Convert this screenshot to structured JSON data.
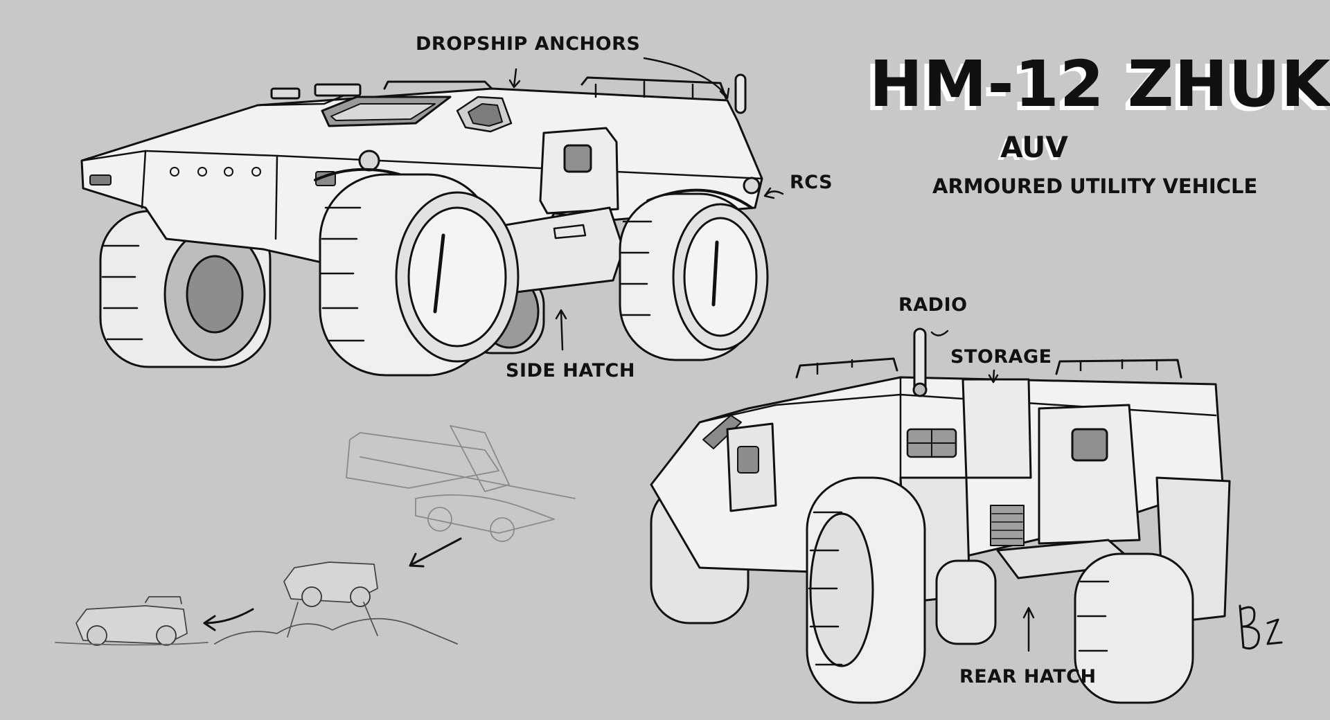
{
  "title": {
    "name": "HM-12 ZHUK",
    "class": "AUV",
    "description": "ARMOURED UTILITY VEHICLE"
  },
  "callouts": {
    "dropship_anchors": "DROPSHIP ANCHORS",
    "rcs": "RCS",
    "side_hatch": "SIDE HATCH",
    "radio": "RADIO",
    "storage": "STORAGE",
    "rear_hatch": "REAR HATCH"
  },
  "colors": {
    "background": "#c8c8c8",
    "ink": "#111111",
    "panel": "#f2f2f2",
    "shade": "#a9a9a9",
    "title_shadow": "#ffffff"
  }
}
